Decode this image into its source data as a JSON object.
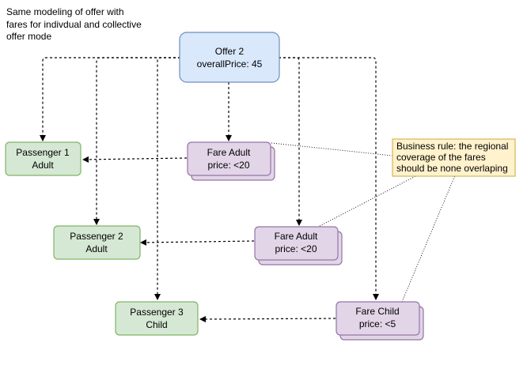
{
  "caption": {
    "lines": [
      "Same modeling of offer with",
      "fares for indivdual and collective",
      "offer mode"
    ]
  },
  "offer": {
    "title": "Offer 2",
    "price": "overallPrice: 45",
    "color": "#dae8fc",
    "stroke": "#6c8ebf"
  },
  "passengers": [
    {
      "name": "Passenger 1",
      "type": "Adult"
    },
    {
      "name": "Passenger 2",
      "type": "Adult"
    },
    {
      "name": "Passenger 3",
      "type": "Child"
    }
  ],
  "fares": [
    {
      "name": "Fare Adult",
      "price": "price: <20"
    },
    {
      "name": "Fare Adult",
      "price": "price: <20"
    },
    {
      "name": "Fare Child",
      "price": "price: <5"
    }
  ],
  "note": {
    "lines": [
      "Business rule: the regional",
      "coverage of the fares",
      "should be none overlaping"
    ],
    "color": "#fff2cc",
    "stroke": "#d6b656"
  },
  "colors": {
    "passenger_fill": "#d5e8d4",
    "passenger_stroke": "#82b366",
    "fare_fill": "#e1d5e7",
    "fare_stroke": "#9673a6"
  }
}
